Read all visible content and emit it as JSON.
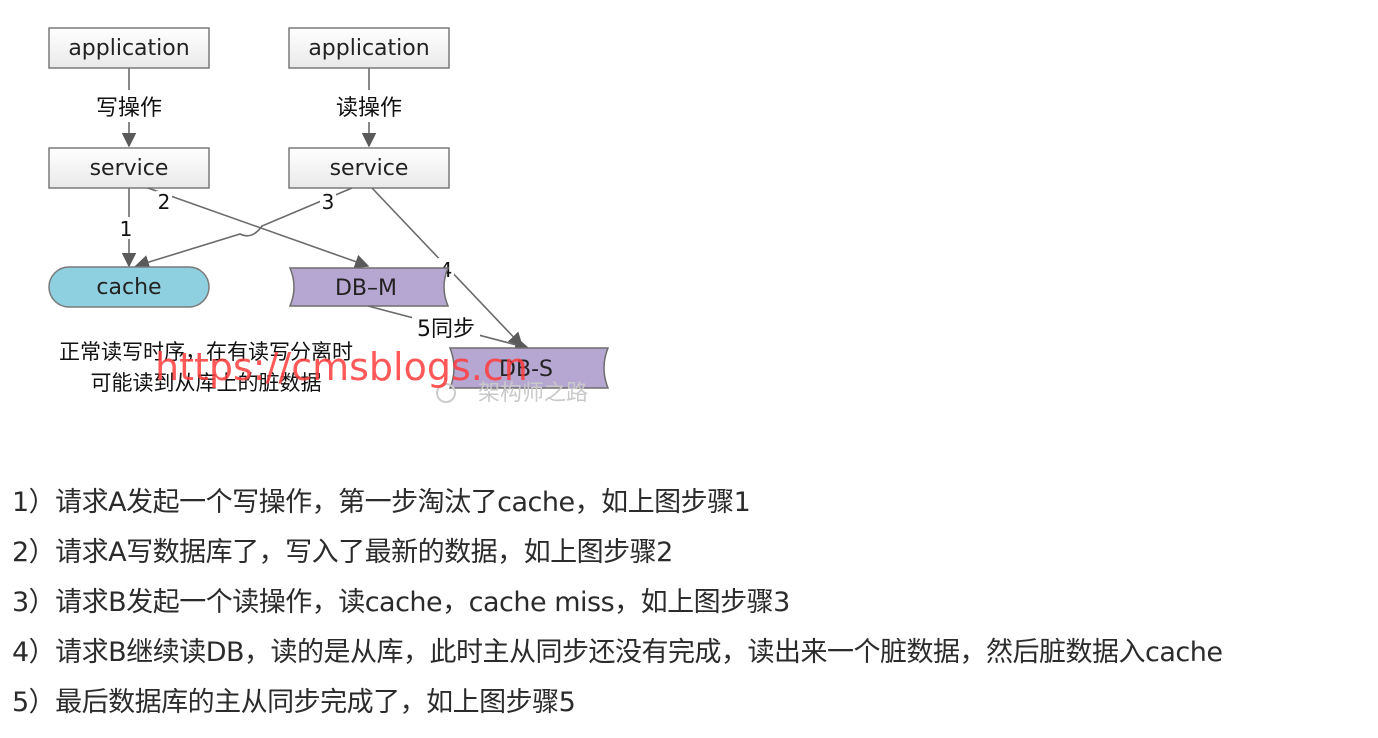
{
  "diagram": {
    "nodes": {
      "app_left": "application",
      "app_right": "application",
      "service_left": "service",
      "service_right": "service",
      "cache": "cache",
      "db_master": "DB–M",
      "db_slave": "DB-S"
    },
    "edge_labels": {
      "write_op": "写操作",
      "read_op": "读操作",
      "step1": "1",
      "step2": "2",
      "step3": "3",
      "step4": "4",
      "step5": "5同步"
    },
    "caption": {
      "line1": "正常读写时序，在有读写分离时",
      "line2": "可能读到从库上的脏数据"
    },
    "watermark": {
      "url": "https://cmsblogs.cn",
      "faint": "架构师之路"
    },
    "colors": {
      "box_fill": "#f4f4f4",
      "box_stroke": "#808080",
      "cache_fill": "#8fd0e0",
      "db_fill": "#b6a6d2",
      "arrow": "#6b6b6b",
      "watermark": "#ff3b3b"
    }
  },
  "steps": [
    "1）请求A发起一个写操作，第一步淘汰了cache，如上图步骤1",
    "2）请求A写数据库了，写入了最新的数据，如上图步骤2",
    "3）请求B发起一个读操作，读cache，cache miss，如上图步骤3",
    "4）请求B继续读DB，读的是从库，此时主从同步还没有完成，读出来一个脏数据，然后脏数据入cache",
    "5）最后数据库的主从同步完成了，如上图步骤5"
  ]
}
